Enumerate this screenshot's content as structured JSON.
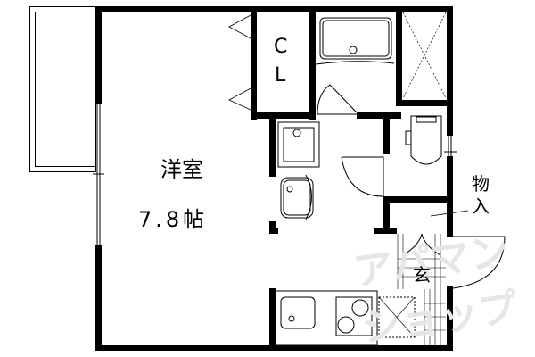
{
  "floorplan": {
    "rooms": {
      "western_room": {
        "label": "洋室",
        "size": "7.8帖"
      },
      "closet": {
        "label_c": "C",
        "label_l": "L"
      },
      "storage": {
        "label_1": "物",
        "label_2": "入"
      },
      "entrance": {
        "label": "玄"
      }
    },
    "watermark": "アパマンショップ",
    "colors": {
      "wall": "#000000",
      "line": "#000000",
      "background": "#ffffff",
      "watermark": "#e6e6e6"
    }
  }
}
